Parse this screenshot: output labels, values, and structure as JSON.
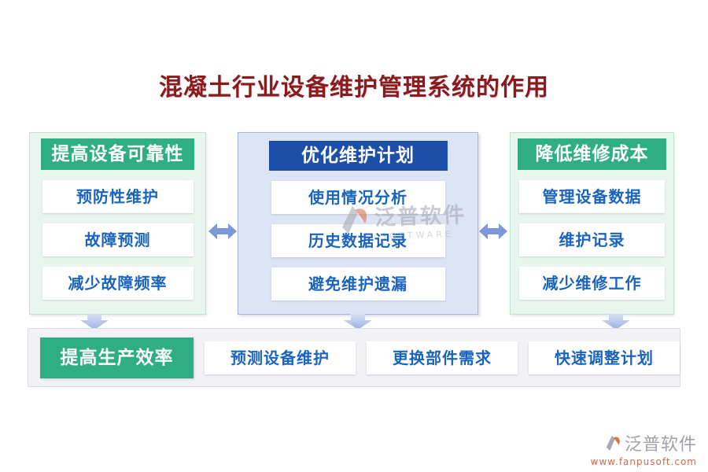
{
  "title": "混凝土行业设备维护管理系统的作用",
  "columns": [
    {
      "header": "提高设备可靠性",
      "items": [
        "预防性维护",
        "故障预测",
        "减少故障频率"
      ]
    },
    {
      "header": "优化维护计划",
      "items": [
        "使用情况分析",
        "历史数据记录",
        "避免维护遗漏"
      ]
    },
    {
      "header": "降低维修成本",
      "items": [
        "管理设备数据",
        "维护记录",
        "减少维修工作"
      ]
    }
  ],
  "bottom_row": {
    "header": "提高生产效率",
    "items": [
      "预测设备维护",
      "更换部件需求",
      "快速调整计划"
    ]
  },
  "watermark_center": {
    "brand": "泛普软件",
    "subtitle": "SOFTWARE"
  },
  "watermark_corner": {
    "brand": "泛普软件",
    "url": "www.fanpusoft.com"
  },
  "colors": {
    "title_text": "#8B1A1A",
    "green_header_bg": "#2FAE84",
    "green_panel_bg": "#E9F6EF",
    "green_panel_border": "#C2E5D2",
    "blue_header_bg": "#1D4FA8",
    "blue_panel_bg": "#DDE4F5",
    "blue_panel_border": "#A8B6DA",
    "item_text": "#1A64BE",
    "double_arrow": "#7D97D8",
    "down_arrow_top": "#D9E2F5",
    "down_arrow_bottom": "#9AB0E0",
    "bottom_row_bg": "#F1F1F6",
    "watermark_gray": "#9FA1AB",
    "watermark_orange": "#D2694E"
  }
}
